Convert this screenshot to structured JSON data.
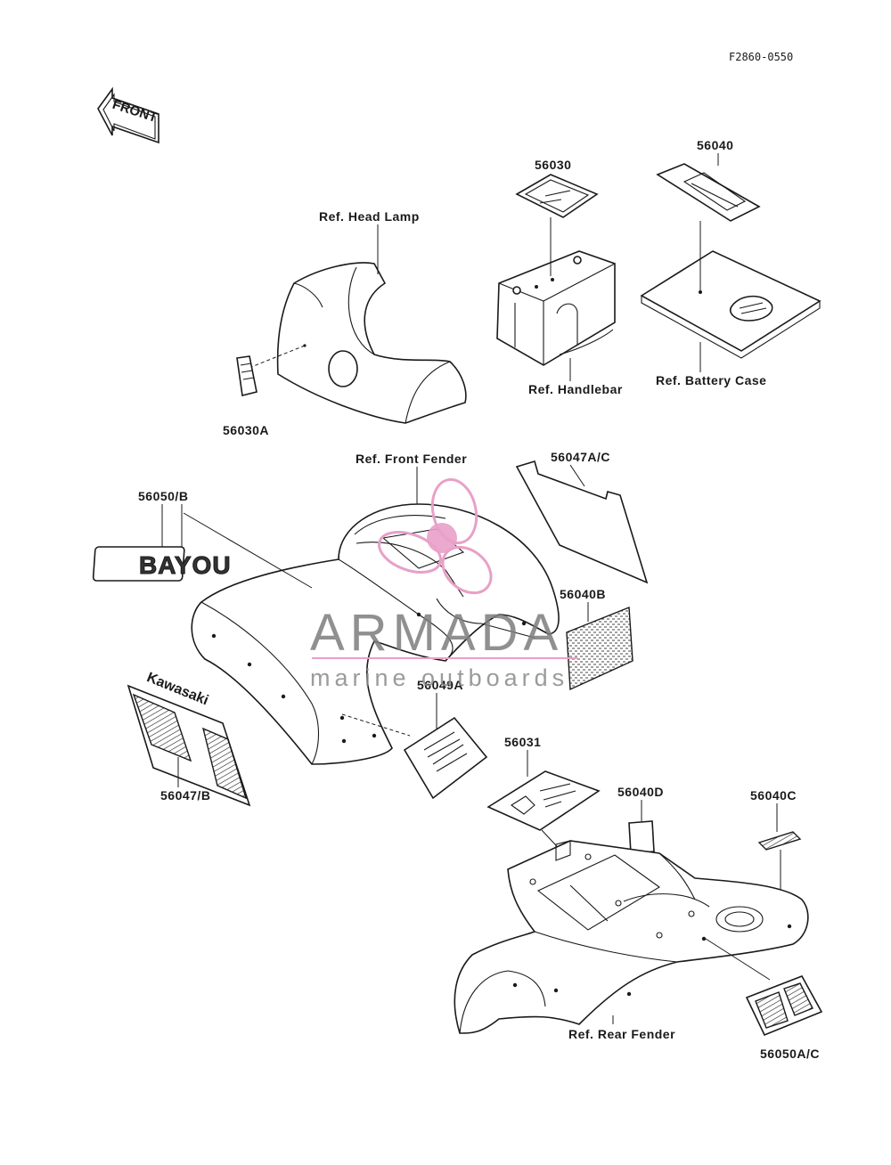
{
  "diagram_code": "F2860-0550",
  "front_arrow": {
    "label": "FRONT"
  },
  "labels": {
    "ref_head_lamp": "Ref. Head Lamp",
    "ref_handlebar": "Ref. Handlebar",
    "ref_battery_case": "Ref. Battery Case",
    "ref_front_fender": "Ref. Front Fender",
    "ref_rear_fender": "Ref. Rear Fender"
  },
  "parts": {
    "p56030": "56030",
    "p56040": "56040",
    "p56030A": "56030A",
    "p56050B": "56050/B",
    "p56047AC": "56047A/C",
    "p56040B": "56040B",
    "p56049A": "56049A",
    "p56047B": "56047/B",
    "p56031": "56031",
    "p56040D": "56040D",
    "p56040C": "56040C",
    "p56050AC": "56050A/C"
  },
  "decals": {
    "bayou": "BAYOU",
    "kawasaki": "Kawasaki"
  },
  "watermark": {
    "brand": "ARMADA",
    "tagline": "marine outboards",
    "accent_color": "#e8a0c8"
  }
}
